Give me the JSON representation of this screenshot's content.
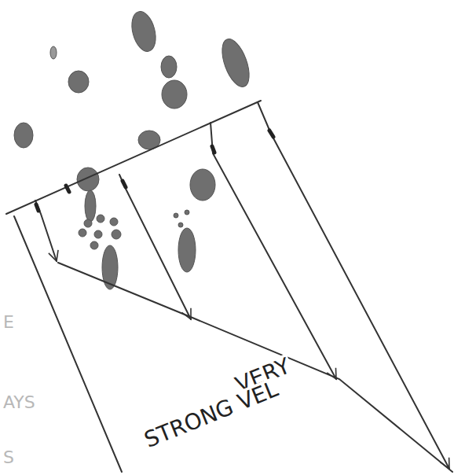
{
  "diagram": {
    "labels": [
      "VERY",
      "STRONG VEL",
      "E",
      "AYS",
      "S"
    ]
  }
}
